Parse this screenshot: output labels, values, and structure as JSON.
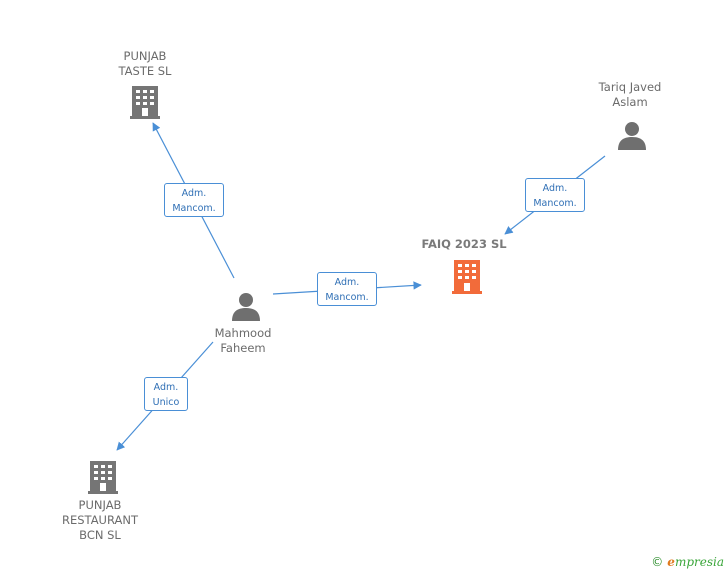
{
  "nodes": {
    "punjab_taste": {
      "label": "PUNJAB\nTASTE  SL",
      "type": "company"
    },
    "tariq": {
      "label": "Tariq Javed\nAslam",
      "type": "person"
    },
    "faiq": {
      "label": "FAIQ 2023  SL",
      "type": "company-main"
    },
    "mahmood": {
      "label": "Mahmood\nFaheem",
      "type": "person"
    },
    "punjab_restaurant": {
      "label": "PUNJAB\nRESTAURANT\nBCN  SL",
      "type": "company"
    }
  },
  "edges": {
    "mahmood_to_taste": {
      "label": "Adm.\nMancom."
    },
    "tariq_to_faiq": {
      "label": "Adm.\nMancom."
    },
    "mahmood_to_faiq": {
      "label": "Adm.\nMancom."
    },
    "mahmood_to_restaurant": {
      "label": "Adm.\nUnico"
    }
  },
  "footer": {
    "copyright": "©",
    "brand_first": "e",
    "brand_rest": "mpresia"
  },
  "colors": {
    "edge": "#4a8fd6",
    "company": "#757575",
    "company_main": "#f26b3a",
    "person": "#6f6f6f"
  }
}
